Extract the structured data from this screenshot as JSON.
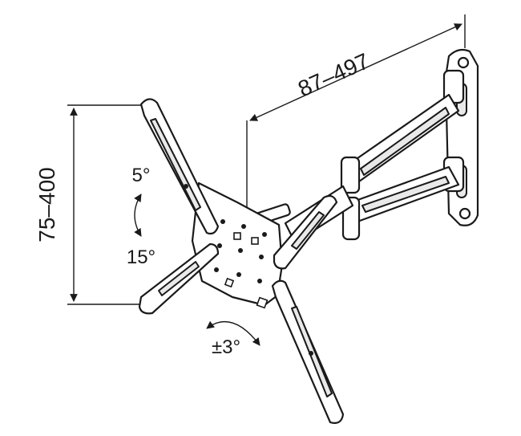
{
  "labels": {
    "depth_range": "87–497",
    "vesa_range": "75–400",
    "tilt_up": "5°",
    "tilt_down": "15°",
    "rotation": "±3°"
  },
  "colors": {
    "stroke": "#1a1a1a",
    "fill": "#ffffff",
    "shade": "#e9e9e9"
  }
}
